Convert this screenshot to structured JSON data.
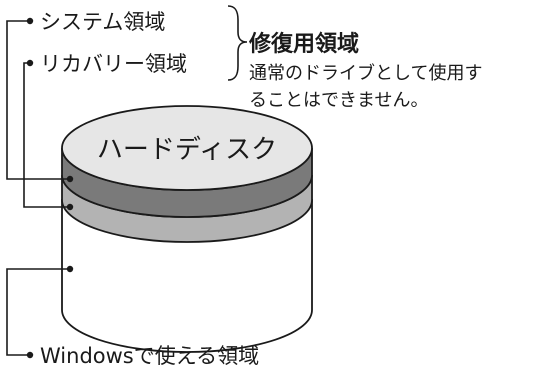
{
  "labels": {
    "system_area": "システム領域",
    "recovery_area": "リカバリー領域",
    "repair_area_title": "修復用領域",
    "repair_area_note_line1": "通常のドライブとして使用す",
    "repair_area_note_line2": "ることはできません。",
    "disk_name": "ハードディスク",
    "windows_area": "Windowsで使える領域"
  },
  "colors": {
    "system_band": "#7a7a7a",
    "recovery_band": "#b3b3b3",
    "disk_top": "#e6e6e6",
    "body": "#ffffff",
    "line": "#1a1a1a"
  }
}
